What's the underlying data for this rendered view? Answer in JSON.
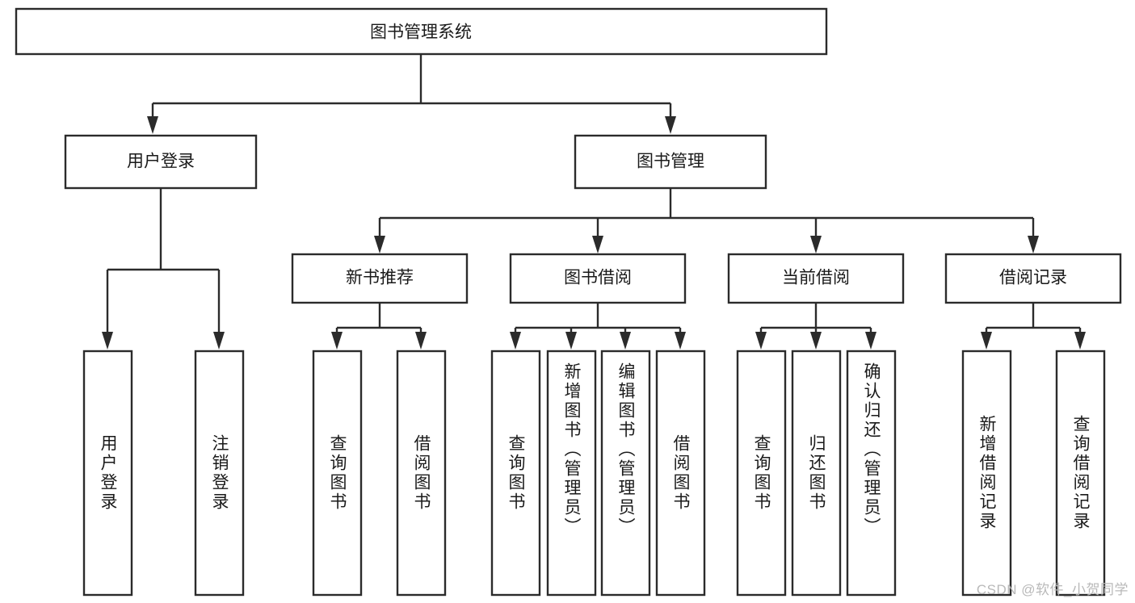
{
  "diagram": {
    "title": "图书管理系统",
    "type": "hierarchy-tree",
    "orientation": "top-down",
    "colors": {
      "box_stroke": "#2b2b2b",
      "box_fill": "#ffffff",
      "connector": "#2b2b2b",
      "text": "#1a1a1a",
      "background": "#ffffff",
      "watermark": "#b9b9b9"
    },
    "levels": {
      "root": {
        "label": "图书管理系统"
      },
      "level2": [
        {
          "label": "用户登录"
        },
        {
          "label": "图书管理"
        }
      ],
      "level3": [
        {
          "label": "新书推荐"
        },
        {
          "label": "图书借阅"
        },
        {
          "label": "当前借阅"
        },
        {
          "label": "借阅记录"
        }
      ]
    },
    "groups": [
      {
        "parent": "用户登录",
        "leaves": [
          {
            "label": "用户登录"
          },
          {
            "label": "注销登录"
          }
        ]
      },
      {
        "parent": "新书推荐",
        "leaves": [
          {
            "label": "查询图书"
          },
          {
            "label": "借阅图书"
          }
        ]
      },
      {
        "parent": "图书借阅",
        "leaves": [
          {
            "label": "查询图书"
          },
          {
            "label": "新增图书（管理员）"
          },
          {
            "label": "编辑图书（管理员）"
          },
          {
            "label": "借阅图书"
          }
        ]
      },
      {
        "parent": "当前借阅",
        "leaves": [
          {
            "label": "查询图书"
          },
          {
            "label": "归还图书"
          },
          {
            "label": "确认归还（管理员）"
          }
        ]
      },
      {
        "parent": "借阅记录",
        "leaves": [
          {
            "label": "新增借阅记录"
          },
          {
            "label": "查询借阅记录"
          }
        ]
      }
    ],
    "watermark": "CSDN @软件_小贺同学"
  }
}
